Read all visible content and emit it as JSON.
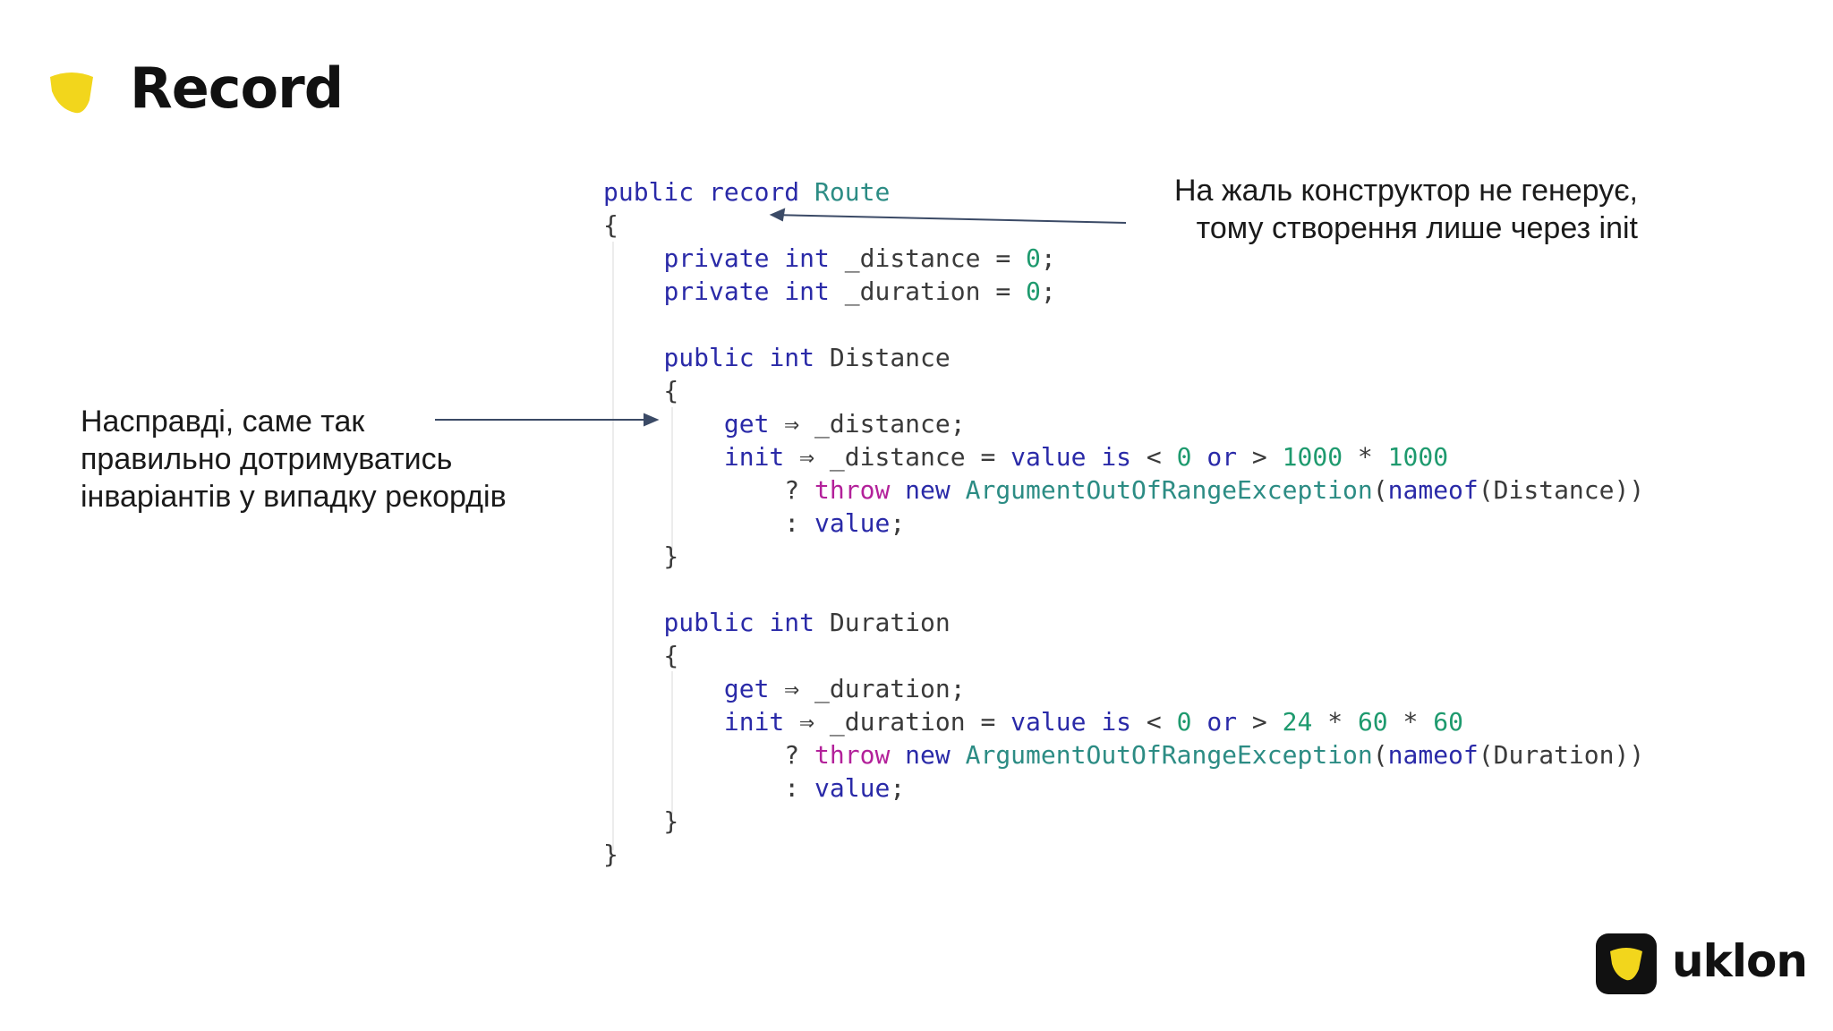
{
  "slide": {
    "title": "Record",
    "accent_color": "#f2d61c"
  },
  "code": {
    "lines": [
      [
        {
          "t": "public",
          "c": "kw"
        },
        {
          "t": " ",
          "c": "pl"
        },
        {
          "t": "record",
          "c": "kw"
        },
        {
          "t": " ",
          "c": "pl"
        },
        {
          "t": "Route",
          "c": "ty"
        }
      ],
      [
        {
          "t": "{",
          "c": "pl"
        }
      ],
      [
        {
          "t": "    ",
          "c": "pl"
        },
        {
          "t": "private",
          "c": "kw"
        },
        {
          "t": " ",
          "c": "pl"
        },
        {
          "t": "int",
          "c": "kw"
        },
        {
          "t": " _distance = ",
          "c": "pl"
        },
        {
          "t": "0",
          "c": "nm"
        },
        {
          "t": ";",
          "c": "pl"
        }
      ],
      [
        {
          "t": "    ",
          "c": "pl"
        },
        {
          "t": "private",
          "c": "kw"
        },
        {
          "t": " ",
          "c": "pl"
        },
        {
          "t": "int",
          "c": "kw"
        },
        {
          "t": " _duration = ",
          "c": "pl"
        },
        {
          "t": "0",
          "c": "nm"
        },
        {
          "t": ";",
          "c": "pl"
        }
      ],
      [
        {
          "t": "",
          "c": "pl"
        }
      ],
      [
        {
          "t": "    ",
          "c": "pl"
        },
        {
          "t": "public",
          "c": "kw"
        },
        {
          "t": " ",
          "c": "pl"
        },
        {
          "t": "int",
          "c": "kw"
        },
        {
          "t": " Distance",
          "c": "pl"
        }
      ],
      [
        {
          "t": "    {",
          "c": "pl"
        }
      ],
      [
        {
          "t": "        ",
          "c": "pl"
        },
        {
          "t": "get",
          "c": "kw"
        },
        {
          "t": " ⇒ _distance;",
          "c": "pl"
        }
      ],
      [
        {
          "t": "        ",
          "c": "pl"
        },
        {
          "t": "init",
          "c": "kw"
        },
        {
          "t": " ⇒ _distance = ",
          "c": "pl"
        },
        {
          "t": "value",
          "c": "kw"
        },
        {
          "t": " ",
          "c": "pl"
        },
        {
          "t": "is",
          "c": "kw"
        },
        {
          "t": " < ",
          "c": "pl"
        },
        {
          "t": "0",
          "c": "nm"
        },
        {
          "t": " ",
          "c": "pl"
        },
        {
          "t": "or",
          "c": "kw"
        },
        {
          "t": " > ",
          "c": "pl"
        },
        {
          "t": "1000",
          "c": "nm"
        },
        {
          "t": " * ",
          "c": "pl"
        },
        {
          "t": "1000",
          "c": "nm"
        }
      ],
      [
        {
          "t": "            ? ",
          "c": "pl"
        },
        {
          "t": "throw",
          "c": "th"
        },
        {
          "t": " ",
          "c": "pl"
        },
        {
          "t": "new",
          "c": "kw"
        },
        {
          "t": " ",
          "c": "pl"
        },
        {
          "t": "ArgumentOutOfRangeException",
          "c": "ty"
        },
        {
          "t": "(",
          "c": "pl"
        },
        {
          "t": "nameof",
          "c": "kw"
        },
        {
          "t": "(Distance))",
          "c": "pl"
        }
      ],
      [
        {
          "t": "            : ",
          "c": "pl"
        },
        {
          "t": "value",
          "c": "kw"
        },
        {
          "t": ";",
          "c": "pl"
        }
      ],
      [
        {
          "t": "    }",
          "c": "pl"
        }
      ],
      [
        {
          "t": "",
          "c": "pl"
        }
      ],
      [
        {
          "t": "    ",
          "c": "pl"
        },
        {
          "t": "public",
          "c": "kw"
        },
        {
          "t": " ",
          "c": "pl"
        },
        {
          "t": "int",
          "c": "kw"
        },
        {
          "t": " Duration",
          "c": "pl"
        }
      ],
      [
        {
          "t": "    {",
          "c": "pl"
        }
      ],
      [
        {
          "t": "        ",
          "c": "pl"
        },
        {
          "t": "get",
          "c": "kw"
        },
        {
          "t": " ⇒ _duration;",
          "c": "pl"
        }
      ],
      [
        {
          "t": "        ",
          "c": "pl"
        },
        {
          "t": "init",
          "c": "kw"
        },
        {
          "t": " ⇒ _duration = ",
          "c": "pl"
        },
        {
          "t": "value",
          "c": "kw"
        },
        {
          "t": " ",
          "c": "pl"
        },
        {
          "t": "is",
          "c": "kw"
        },
        {
          "t": " < ",
          "c": "pl"
        },
        {
          "t": "0",
          "c": "nm"
        },
        {
          "t": " ",
          "c": "pl"
        },
        {
          "t": "or",
          "c": "kw"
        },
        {
          "t": " > ",
          "c": "pl"
        },
        {
          "t": "24",
          "c": "nm"
        },
        {
          "t": " * ",
          "c": "pl"
        },
        {
          "t": "60",
          "c": "nm"
        },
        {
          "t": " * ",
          "c": "pl"
        },
        {
          "t": "60",
          "c": "nm"
        }
      ],
      [
        {
          "t": "            ? ",
          "c": "pl"
        },
        {
          "t": "throw",
          "c": "th"
        },
        {
          "t": " ",
          "c": "pl"
        },
        {
          "t": "new",
          "c": "kw"
        },
        {
          "t": " ",
          "c": "pl"
        },
        {
          "t": "ArgumentOutOfRangeException",
          "c": "ty"
        },
        {
          "t": "(",
          "c": "pl"
        },
        {
          "t": "nameof",
          "c": "kw"
        },
        {
          "t": "(Duration))",
          "c": "pl"
        }
      ],
      [
        {
          "t": "            : ",
          "c": "pl"
        },
        {
          "t": "value",
          "c": "kw"
        },
        {
          "t": ";",
          "c": "pl"
        }
      ],
      [
        {
          "t": "    }",
          "c": "pl"
        }
      ],
      [
        {
          "t": "}",
          "c": "pl"
        }
      ]
    ]
  },
  "annotations": {
    "right": {
      "line1": "На жаль конструктор не генерує,",
      "line2": "тому створення лише через init"
    },
    "left": {
      "line1": "Насправді, саме так",
      "line2": "правильно дотримуватись",
      "line3": "інваріантів у випадку рекордів"
    }
  },
  "brand": {
    "name": "uklon",
    "logo_icon": "uklon-shield-icon",
    "logo_bg": "#111111",
    "logo_fg": "#f2d61c"
  }
}
